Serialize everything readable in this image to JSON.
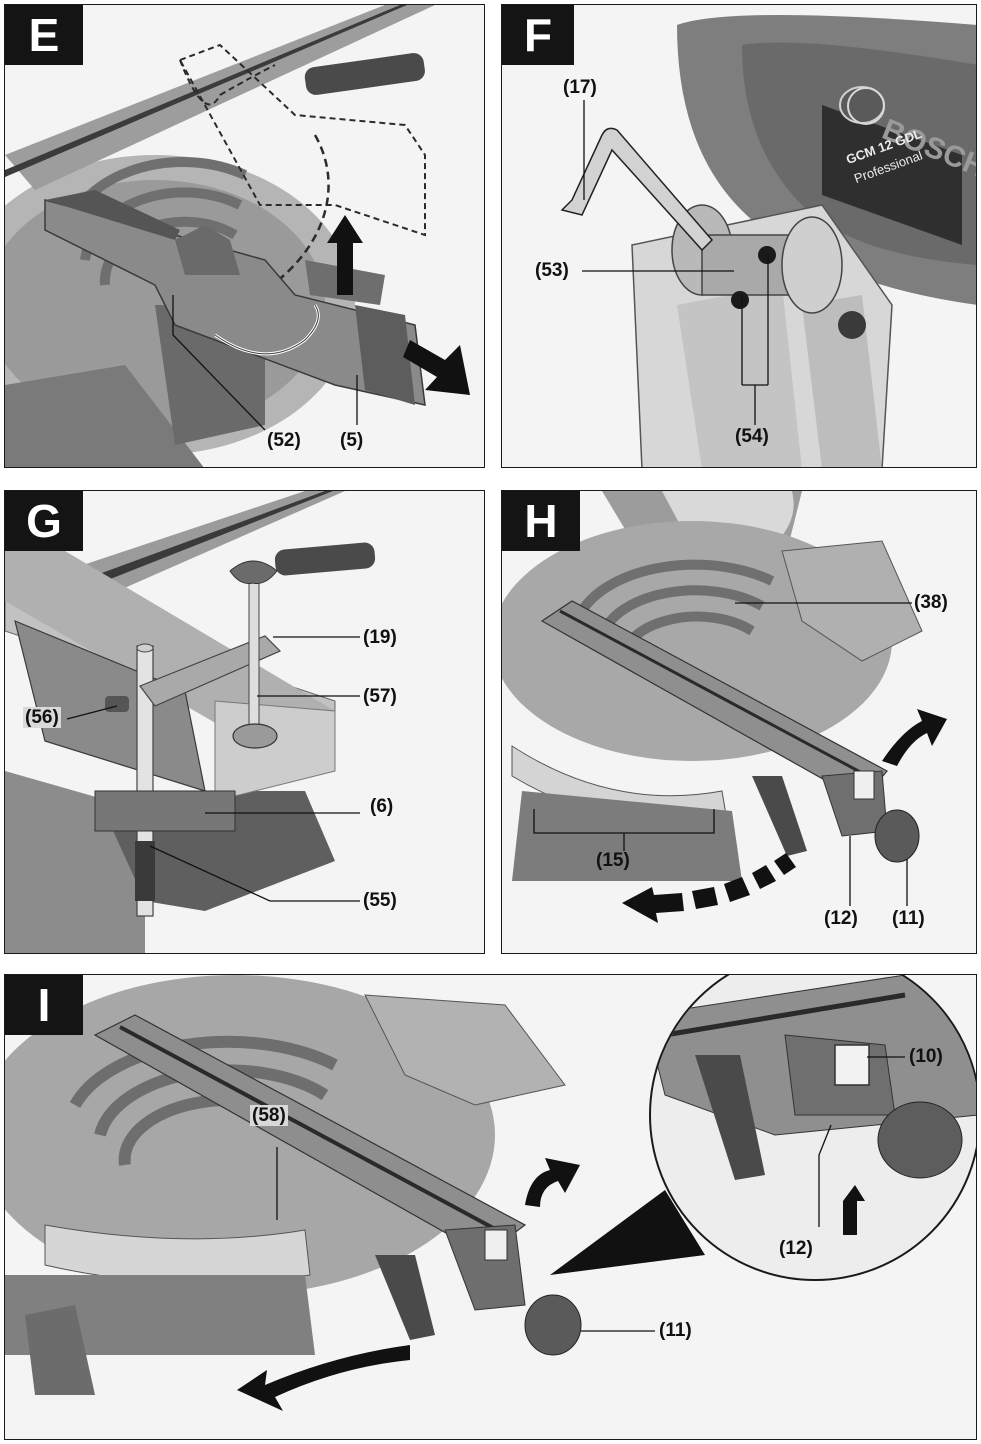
{
  "panels": {
    "E": {
      "letter": "E",
      "labels": {
        "c52": "(52)",
        "c5": "(5)"
      }
    },
    "F": {
      "letter": "F",
      "labels": {
        "c17": "(17)",
        "c53": "(53)",
        "c54": "(54)"
      },
      "brand": {
        "logo_text": "BOSCH",
        "model": "GCM 12 GDL",
        "line": "Professional"
      }
    },
    "G": {
      "letter": "G",
      "labels": {
        "c19": "(19)",
        "c57": "(57)",
        "c56": "(56)",
        "c6": "(6)",
        "c55": "(55)"
      }
    },
    "H": {
      "letter": "H",
      "labels": {
        "c38": "(38)",
        "c15": "(15)",
        "c12": "(12)",
        "c11": "(11)"
      }
    },
    "I": {
      "letter": "I",
      "labels": {
        "c58": "(58)",
        "c10": "(10)",
        "c12": "(12)",
        "c11": "(11)"
      }
    }
  },
  "colors": {
    "border": "#1a1a1a",
    "tab": "#141414",
    "metal": "#8c8c8c",
    "dark": "#3a3a3a",
    "light": "#cfcfcf"
  },
  "icons": [
    "arrow-up-icon",
    "arrow-right-icon",
    "curved-arrow-icon",
    "dashed-curved-arrow-icon"
  ]
}
